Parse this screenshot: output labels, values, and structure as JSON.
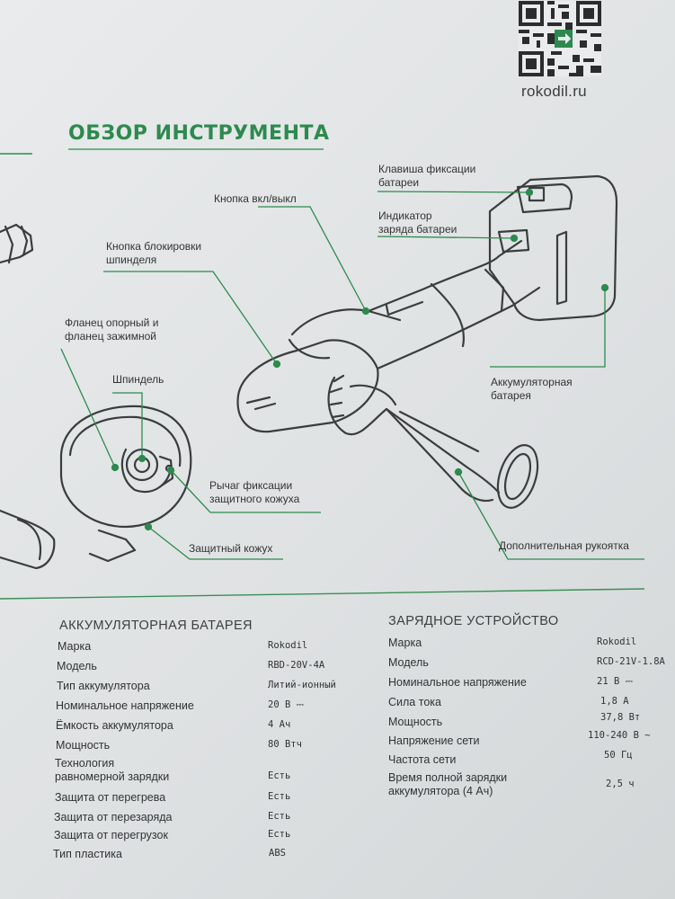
{
  "header": {
    "site": "rokodil.ru",
    "title": "ОБЗОР ИНСТРУМЕНТА"
  },
  "callouts": {
    "battery_lock_key": "Клавиша фиксации батареи",
    "power_button": "Кнопка вкл/выкл",
    "battery_indicator": "Индикатор заряда батареи",
    "spindle_lock_button": "Кнопка блокировки шпинделя",
    "flanges": "Фланец опорный и фланец зажимной",
    "spindle": "Шпиндель",
    "guard_lever": "Рычаг фиксации защитного кожуха",
    "battery_pack": "Аккумуляторная батарея",
    "guard": "Защитный кожух",
    "extra_handle": "Дополнительная рукоятка"
  },
  "battery_specs": {
    "title": "АККУМУЛЯТОРНАЯ БАТАРЕЯ",
    "rows": [
      {
        "label": "Марка",
        "value": "Rokodil"
      },
      {
        "label": "Модель",
        "value": "RBD-20V-4A"
      },
      {
        "label": "Тип аккумулятора",
        "value": "Литий-ионный"
      },
      {
        "label": "Номинальное напряжение",
        "value": "20 В ⎓"
      },
      {
        "label": "Ёмкость аккумулятора",
        "value": "4 Ач"
      },
      {
        "label": "Мощность",
        "value": "80 Втч"
      },
      {
        "label": "Технология равномерной зарядки",
        "value": "Есть"
      },
      {
        "label": "Защита от перегрева",
        "value": "Есть"
      },
      {
        "label": "Защита от перезаряда",
        "value": "Есть"
      },
      {
        "label": "Защита от перегрузок",
        "value": "Есть"
      },
      {
        "label": "Тип пластика",
        "value": "ABS"
      }
    ]
  },
  "charger_specs": {
    "title": "ЗАРЯДНОЕ УСТРОЙСТВО",
    "rows": [
      {
        "label": "Марка",
        "value": "Rokodil"
      },
      {
        "label": "Модель",
        "value": "RCD-21V-1.8A"
      },
      {
        "label": "Номинальное напряжение",
        "value": "21 В ⎓"
      },
      {
        "label": "Сила тока",
        "value": "1,8 А"
      },
      {
        "label": "Мощность",
        "value": "37,8 Вт"
      },
      {
        "label": "Напряжение сети",
        "value": "110-240 В ~"
      },
      {
        "label": "Частота сети",
        "value": "50 Гц"
      },
      {
        "label": "Время полной зарядки аккумулятора (4 Ач)",
        "value": "2,5 ч"
      }
    ]
  },
  "colors": {
    "accent_green": "#2d8a4e",
    "text": "#303334",
    "paper": "#e4e6e7"
  }
}
